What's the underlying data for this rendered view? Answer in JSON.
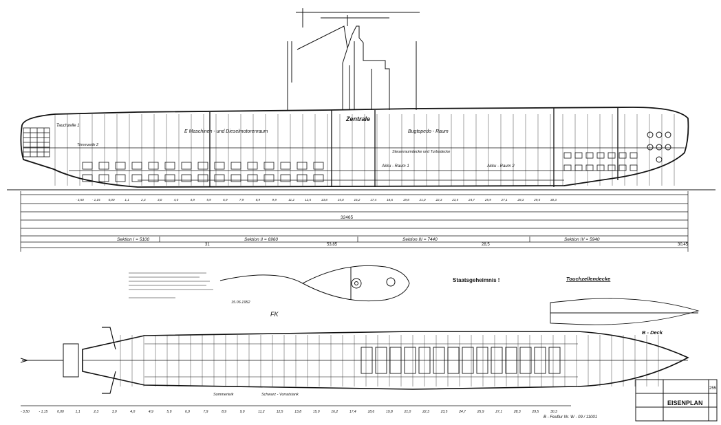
{
  "top_view": {
    "labels": {
      "e_maschinen": "E Maschinen - und Dieselmotorenraum",
      "zentrale": "Zentrale",
      "bugtopedo": "Bugtopedo - Raum",
      "tauchzelle_1": "Tauchzelle 1",
      "trimmzelle_2": "Trimmzelle 2",
      "akku_raum_1": "Akku - Raum 1",
      "akku_raum_2": "Akku - Raum 2",
      "ruderdecke": "Steuerraumdecke und Turbodecke"
    },
    "sektions": [
      "Sektion I = 5100",
      "Sektion II = 6960",
      "Sektion III = 7440",
      "Sektion IV = 5940"
    ],
    "dimension_total": "32465",
    "station_marks": [
      "31",
      "53,85",
      "28,5",
      "30,45"
    ]
  },
  "notes": {
    "staatsgeheimnis": "Staatsgeheimnis !",
    "date_note": "15.06.1952",
    "initials": "FK"
  },
  "bottom_view": {
    "labels": {
      "touchzellendecke": "Touchzellendecke",
      "b_deck": "B - Deck",
      "sommerteik": "Sommerteik",
      "schwarz_vorratstank": "Schwarz - Vorratstank"
    },
    "frame_numbers": [
      "- 3,50",
      "- 1,15",
      "0,00",
      "1,1",
      "2,3",
      "3,0",
      "4,0",
      "4,9",
      "5,9",
      "6,9",
      "7,9",
      "8,9",
      "9,9",
      "11,2",
      "12,5",
      "13,8",
      "15,0",
      "16,2",
      "17,4",
      "18,6",
      "19,8",
      "21,0",
      "22,3",
      "23,5",
      "24,7",
      "25,9",
      "27,1",
      "28,3",
      "29,5",
      "30,3"
    ],
    "reference_note": "B - Feuflur Nr. W - 09 / 11001"
  },
  "title_block": {
    "title": "EISENPLAN",
    "number": "255"
  }
}
